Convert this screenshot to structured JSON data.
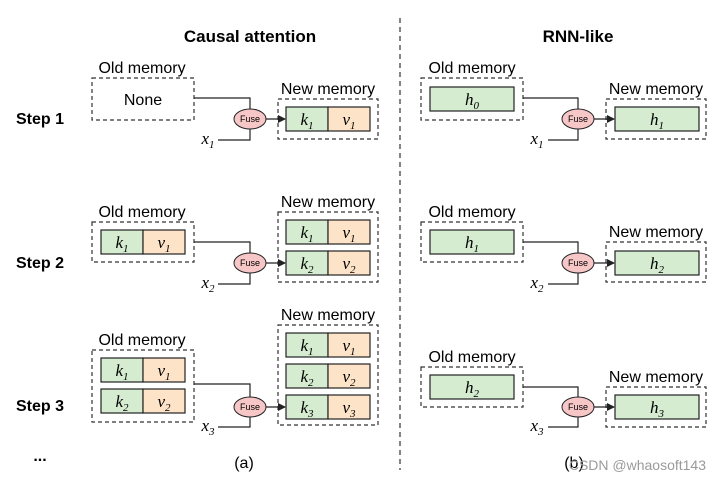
{
  "titles": {
    "left": "Causal attention",
    "right": "RNN-like"
  },
  "steps": [
    "Step 1",
    "Step 2",
    "Step 3",
    "..."
  ],
  "labels": {
    "old_memory": "Old memory",
    "new_memory": "New memory",
    "none": "None",
    "fuse": "Fuse"
  },
  "captions": {
    "a": "(a)",
    "b": "(b)"
  },
  "watermark": "CSDN @whaosoft143",
  "colors": {
    "key_fill": "#d5ecd1",
    "value_fill": "#fde4c8",
    "hidden_fill": "#d5ecd1",
    "fuse_fill": "#f7c6c6",
    "stroke": "#222222",
    "dash": "#333333"
  },
  "math": {
    "x": "x",
    "k": "k",
    "v": "v",
    "h": "h",
    "sub": [
      "0",
      "1",
      "2",
      "3"
    ]
  }
}
